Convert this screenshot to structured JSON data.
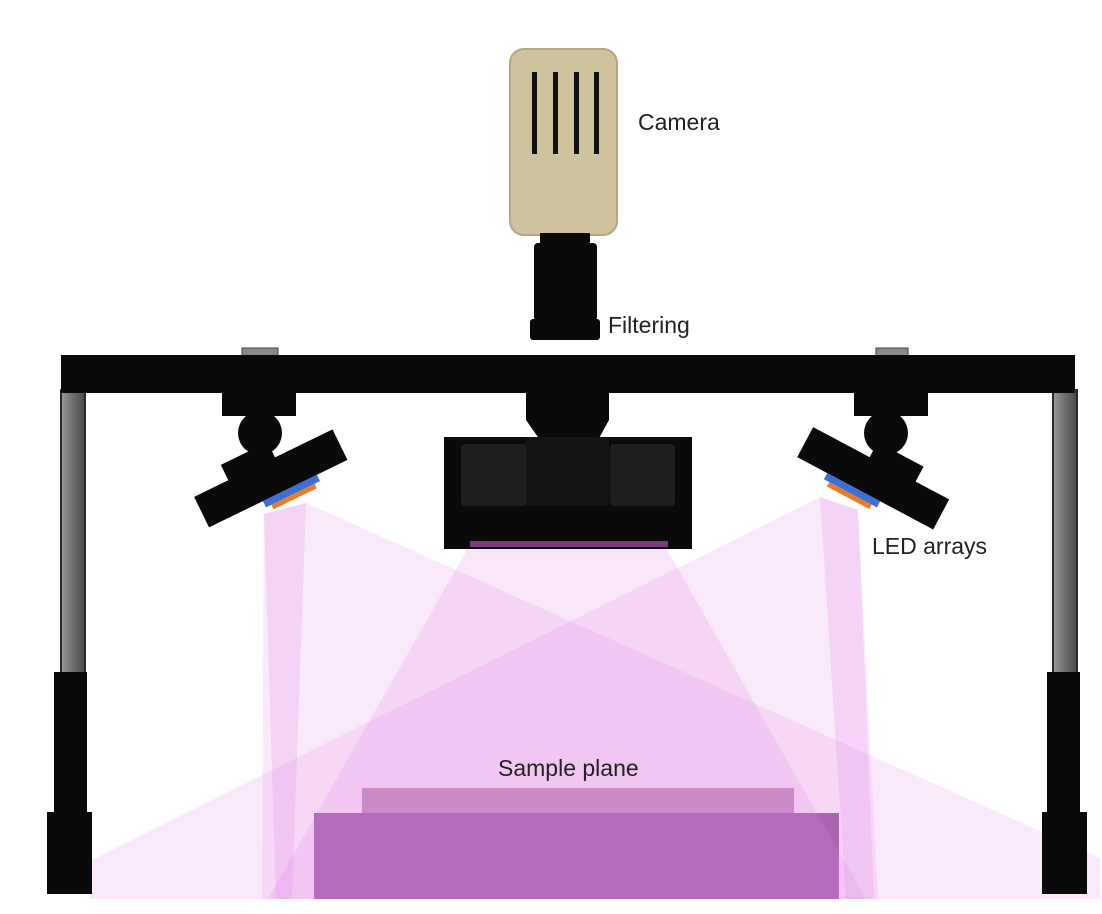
{
  "labels": {
    "camera": "Camera",
    "filtering": "Filtering",
    "led_arrays": "LED arrays",
    "sample_plane": "Sample plane"
  },
  "colors": {
    "frame": "#0a0a0a",
    "camera_body": "#cfc39e",
    "camera_outline": "#b3a77f",
    "led_blue": "#3d6fd8",
    "led_orange": "#ee7a26",
    "light_beam": "#e184e6",
    "sample_top": "#b895b1",
    "sample_base": "#8e5a96",
    "rod": "#7a7a7a"
  }
}
